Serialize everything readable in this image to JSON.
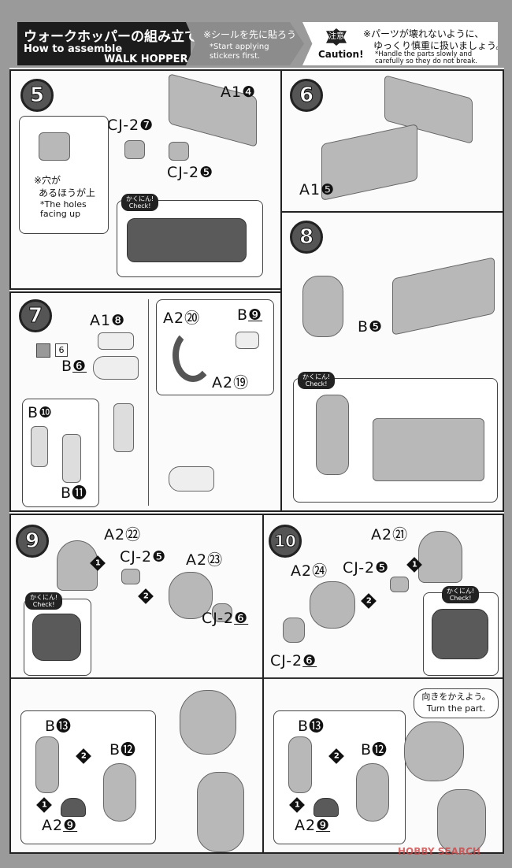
{
  "header": {
    "title_jp": "ウォークホッパーの組み立て",
    "title_en_line1": "How to assemble",
    "title_en_line2": "WALK HOPPER",
    "sticker_note_jp": "※シールを先に貼ろう",
    "sticker_note_en": "*Start applying stickers first.",
    "caution_badge": "注意",
    "caution_label": "Caution!",
    "caution_jp_line1": "※パーツが壊れないように、",
    "caution_jp_line2": "ゆっくり慎重に扱いましょう。",
    "caution_en": "*Handle the parts slowly and carefully so they do not break."
  },
  "check_badge": {
    "jp": "かくにん!",
    "en": "Check!"
  },
  "step5": {
    "number": "5",
    "parts": [
      "A1❹",
      "CJ-2❼",
      "CJ-2❺"
    ],
    "note_jp_line1": "※穴が",
    "note_jp_line2": "あるほうが上",
    "note_en": "*The holes facing up"
  },
  "step6": {
    "number": "6",
    "parts": [
      "A1❺"
    ]
  },
  "step7": {
    "number": "7",
    "parts": [
      "A1❽",
      "B",
      "❻",
      "B❿",
      "B⓫",
      "A2⑳",
      "B",
      "❾",
      "A2⑲"
    ],
    "sticker_number": "6"
  },
  "step8": {
    "number": "8",
    "parts": [
      "B❺"
    ]
  },
  "step9": {
    "number": "9",
    "parts": [
      "A2㉒",
      "CJ-2❺",
      "A2㉓",
      "CJ-2",
      "❻",
      "B⓭",
      "B⓬",
      "A2",
      "❾"
    ],
    "order_markers": [
      "1",
      "2",
      "2",
      "1"
    ]
  },
  "step10": {
    "number": "10",
    "parts": [
      "A2㉑",
      "A2㉔",
      "CJ-2❺",
      "CJ-2",
      "❻",
      "B⓭",
      "B⓬",
      "A2",
      "❾"
    ],
    "order_markers": [
      "1",
      "2",
      "2",
      "1"
    ],
    "turn_note_jp": "向きをかえよう。",
    "turn_note_en": "Turn the part."
  },
  "watermark": "HOBBY SEARCH"
}
